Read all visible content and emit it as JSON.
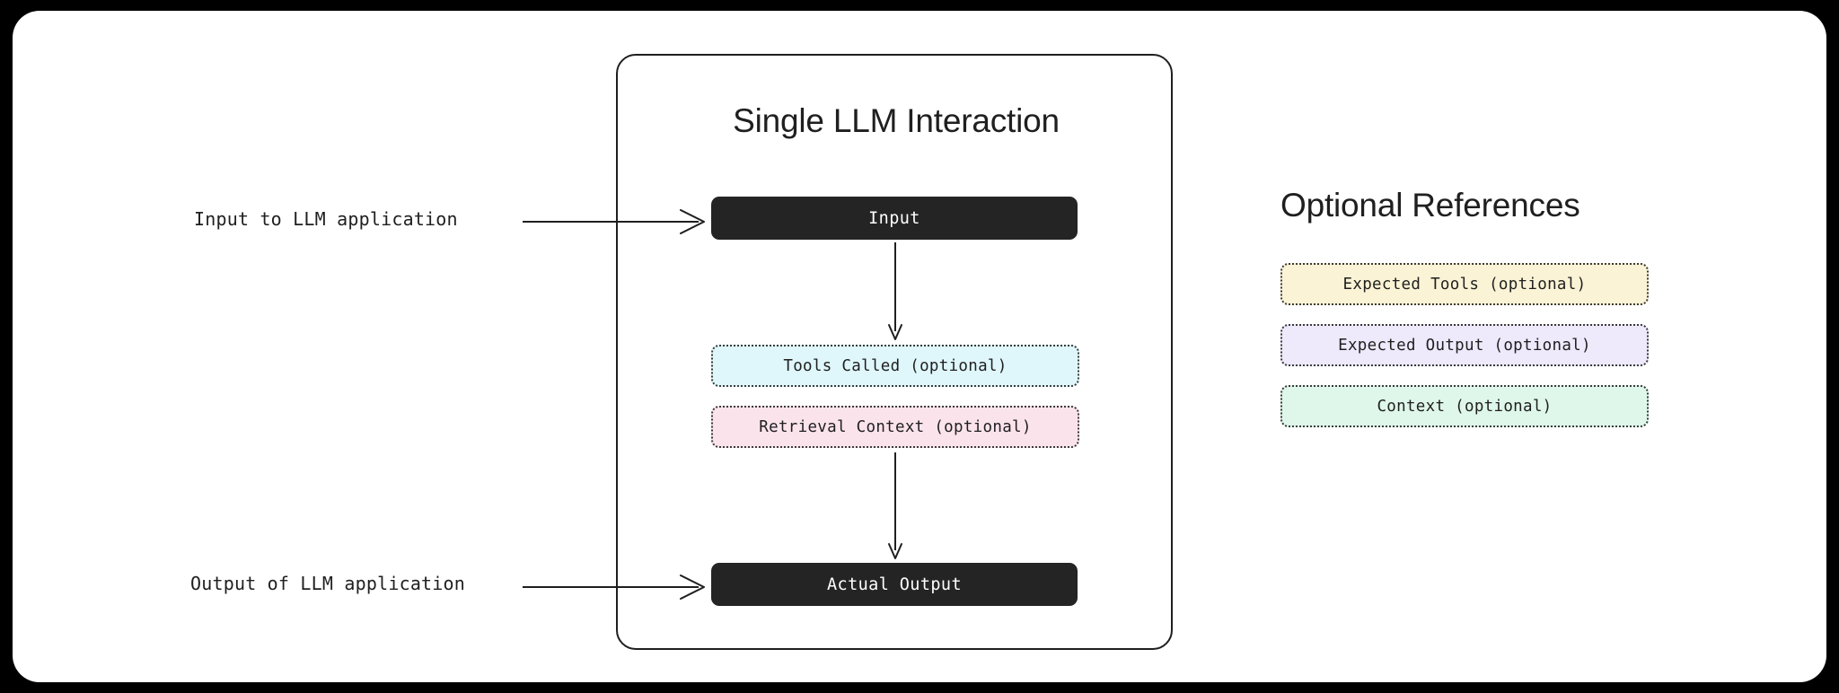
{
  "diagram": {
    "container": {
      "title": "Single LLM Interaction",
      "nodes": {
        "input": "Input",
        "tools_called": "Tools Called (optional)",
        "retrieval_context": "Retrieval Context (optional)",
        "actual_output": "Actual Output"
      }
    },
    "annotations": {
      "input_label": "Input to LLM application",
      "output_label": "Output of LLM application"
    },
    "optional_references": {
      "title": "Optional References",
      "items": [
        {
          "label": "Expected Tools (optional)",
          "color": "#fbf3d5"
        },
        {
          "label": "Expected Output (optional)",
          "color": "#eee9fb"
        },
        {
          "label": "Context (optional)",
          "color": "#dff7ea"
        }
      ]
    },
    "colors": {
      "page_background": "#000000",
      "card_background": "#ffffff",
      "node_dark": "#242424",
      "node_dark_text": "#ffffff",
      "border": "#1f1f1f",
      "tools_called_fill": "#dff7fb",
      "retrieval_context_fill": "#fbe3ec"
    }
  }
}
